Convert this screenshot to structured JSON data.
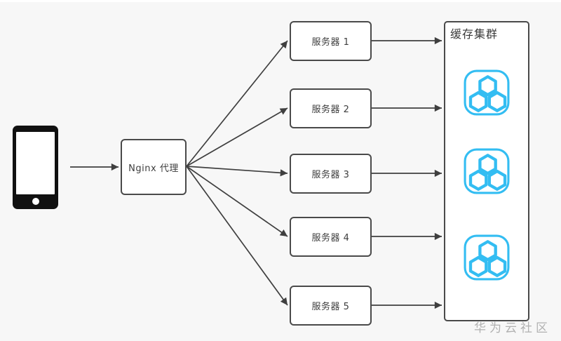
{
  "diagram": {
    "client": {
      "icon": "mobile-phone-icon"
    },
    "proxy": {
      "label": "Nginx 代理"
    },
    "servers": [
      {
        "label": "服务器 1"
      },
      {
        "label": "服务器 2"
      },
      {
        "label": "服务器 3"
      },
      {
        "label": "服务器 4"
      },
      {
        "label": "服务器 5"
      }
    ],
    "cache": {
      "title": "缓存集群",
      "node_icon": "hexagon-cluster-icon",
      "node_count": 3
    },
    "watermark": "华为云社区",
    "colors": {
      "background": "#f7f7f7",
      "box_border": "#4a4a4a",
      "line": "#3f3f3f",
      "accent": "#33bdf2",
      "text": "#3d3d3d",
      "watermark": "#b1b1b1"
    }
  }
}
